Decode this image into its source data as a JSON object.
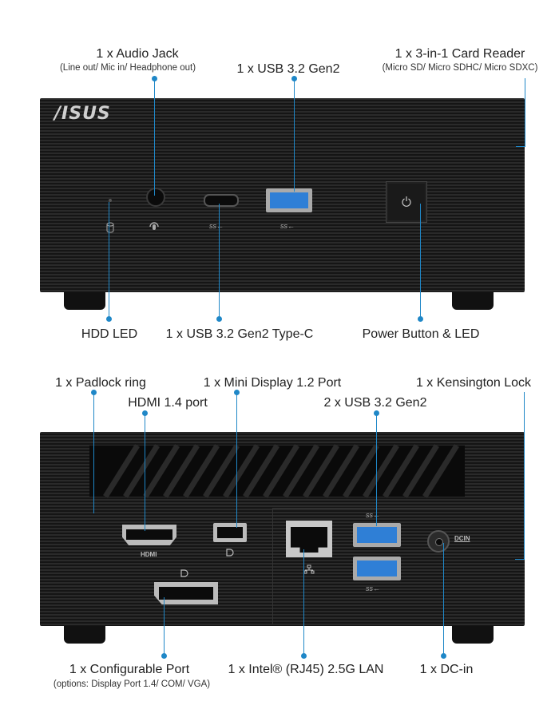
{
  "front": {
    "brand": "/ISUS",
    "labels": {
      "audio_jack": "1 x Audio Jack",
      "audio_jack_sub": "(Line out/ Mic in/ Headphone out)",
      "usb_front": "1 x USB 3.2 Gen2",
      "card_reader": "1 x 3-in-1 Card Reader",
      "card_reader_sub": "(Micro SD/ Micro SDHC/ Micro SDXC)",
      "hdd_led": "HDD LED",
      "usb_c": "1 x USB 3.2 Gen2 Type-C",
      "power": "Power Button & LED"
    },
    "port_marks": {
      "ss1": "ss←",
      "ss2": "ss←"
    }
  },
  "rear": {
    "labels": {
      "padlock": "1 x Padlock ring",
      "hdmi": "HDMI 1.4 port",
      "mini_dp": "1 x Mini Display 1.2 Port",
      "usb_rear": "2 x USB 3.2 Gen2",
      "kensington": "1 x Kensington Lock",
      "config_port": "1 x Configurable Port",
      "config_port_sub": "(options: Display Port 1.4/ COM/ VGA)",
      "lan": "1 x Intel® (RJ45) 2.5G LAN",
      "dcin": "1 x DC-in"
    },
    "port_marks": {
      "hdmi": "HDMI",
      "dcin": "DCIN",
      "ss_top": "ss←",
      "ss_bot": "ss←"
    }
  },
  "colors": {
    "accent": "#1f87c7",
    "device": "#1e1e1e",
    "usb_blue": "#2f7fd6"
  },
  "icons": [
    "hdd-icon",
    "mic-headphone-icon",
    "power-icon",
    "displayport-icon",
    "network-icon",
    "usb-ss-icon"
  ]
}
